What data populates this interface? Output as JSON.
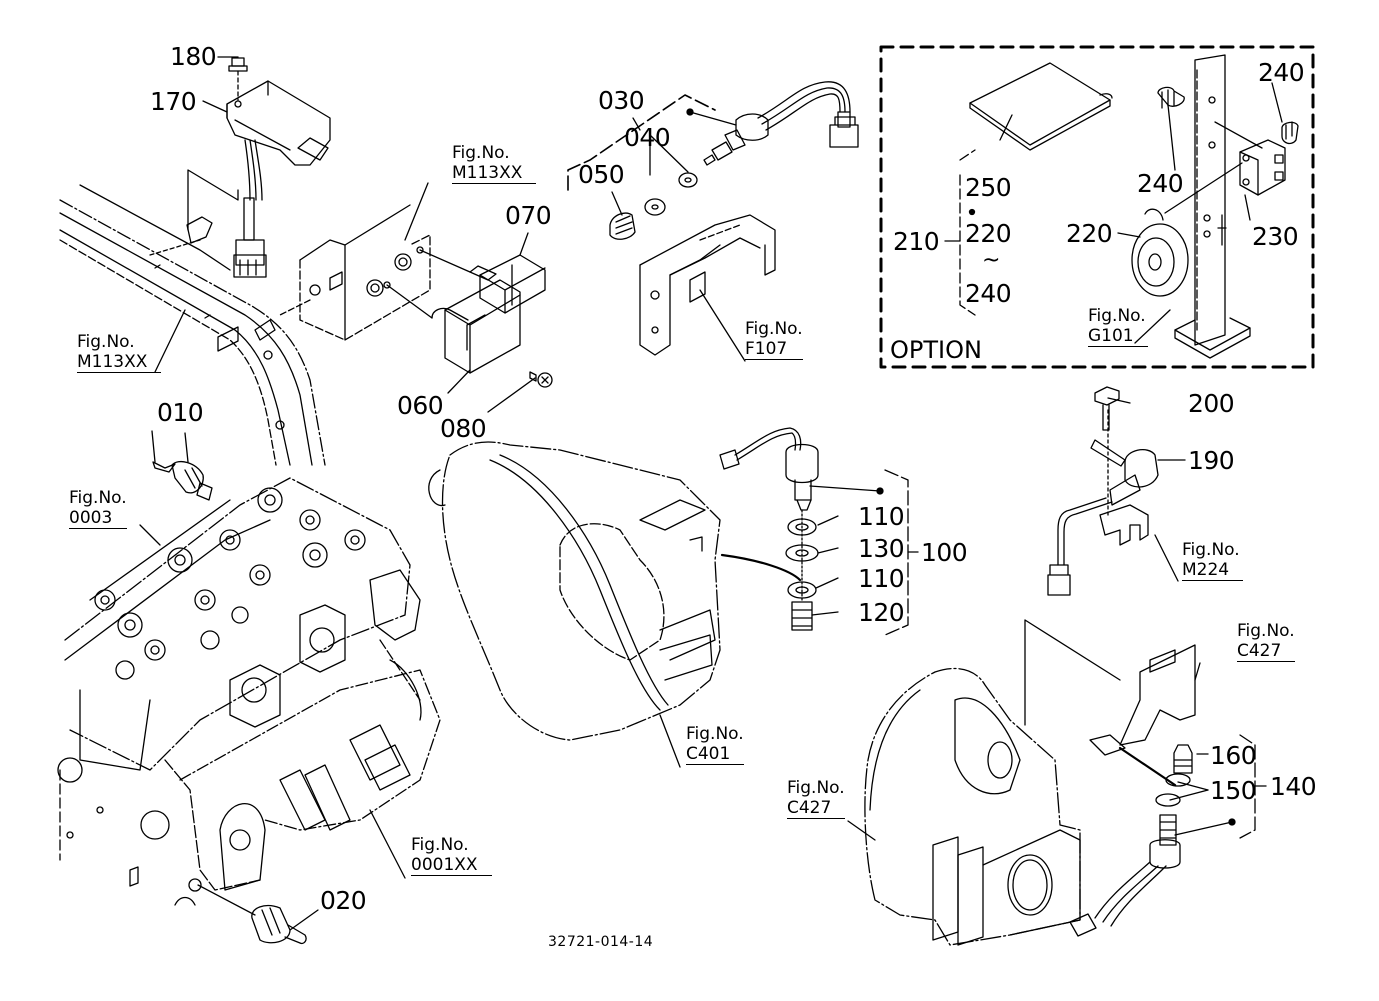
{
  "document_number": "32721-014-14",
  "option_box": {
    "title": "OPTION",
    "group_ref": "210",
    "group_range": [
      "250",
      "220",
      "240"
    ],
    "group_range_separator": "~"
  },
  "callouts": [
    {
      "id": "180",
      "part": "bolt"
    },
    {
      "id": "170",
      "part": "control-unit"
    },
    {
      "id": "070",
      "part": "relay"
    },
    {
      "id": "060",
      "part": "relay"
    },
    {
      "id": "080",
      "part": "screw"
    },
    {
      "id": "030",
      "part": "switch-assembly"
    },
    {
      "id": "040",
      "part": "washer"
    },
    {
      "id": "050",
      "part": "plug"
    },
    {
      "id": "010",
      "part": "temperature-sensor"
    },
    {
      "id": "020",
      "part": "oil-pressure-switch"
    },
    {
      "id": "100",
      "part": "switch-assembly"
    },
    {
      "id": "110",
      "part": "washer"
    },
    {
      "id": "130",
      "part": "washer"
    },
    {
      "id": "110",
      "part": "washer"
    },
    {
      "id": "120",
      "part": "plug"
    },
    {
      "id": "200",
      "part": "bolt"
    },
    {
      "id": "190",
      "part": "sensor"
    },
    {
      "id": "140",
      "part": "switch-assembly"
    },
    {
      "id": "160",
      "part": "plug"
    },
    {
      "id": "150",
      "part": "washer"
    },
    {
      "id": "220",
      "part": "horn"
    },
    {
      "id": "230",
      "part": "bracket"
    },
    {
      "id": "240",
      "part": "bolt"
    },
    {
      "id": "240",
      "part": "bolt"
    },
    {
      "id": "250",
      "part": "manual"
    }
  ],
  "figure_refs": [
    {
      "prefix": "Fig.No.",
      "code": "M113XX"
    },
    {
      "prefix": "Fig.No.",
      "code": "M113XX"
    },
    {
      "prefix": "Fig.No.",
      "code": "F107"
    },
    {
      "prefix": "Fig.No.",
      "code": "G101"
    },
    {
      "prefix": "Fig.No.",
      "code": "0003"
    },
    {
      "prefix": "Fig.No.",
      "code": "M224"
    },
    {
      "prefix": "Fig.No.",
      "code": "C427"
    },
    {
      "prefix": "Fig.No.",
      "code": "C401"
    },
    {
      "prefix": "Fig.No.",
      "code": "C427"
    },
    {
      "prefix": "Fig.No.",
      "code": "0001XX"
    }
  ]
}
